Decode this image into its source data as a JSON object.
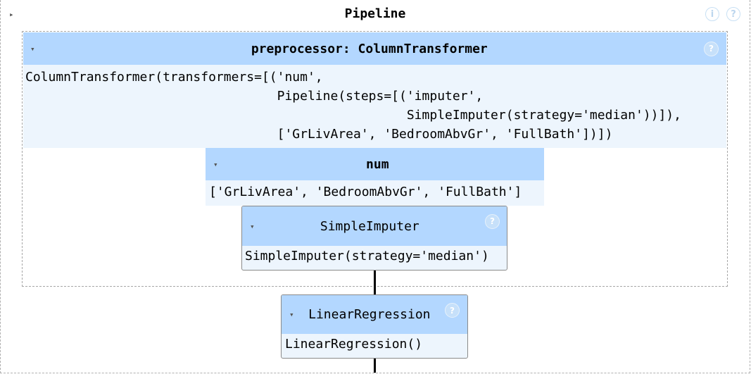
{
  "pipeline": {
    "title": "Pipeline",
    "caret": "▸",
    "info_icon": "i",
    "help_icon": "?"
  },
  "preprocessor": {
    "caret": "▾",
    "title": "preprocessor: ColumnTransformer",
    "help_icon": "?",
    "repr": "ColumnTransformer(transformers=[('num',\n                                 Pipeline(steps=[('imputer',\n                                                  SimpleImputer(strategy='median'))]),\n                                 ['GrLivArea', 'BedroomAbvGr', 'FullBath'])])"
  },
  "num": {
    "caret": "▾",
    "title": "num",
    "columns": "['GrLivArea', 'BedroomAbvGr', 'FullBath']"
  },
  "imputer": {
    "caret": "▾",
    "title": "SimpleImputer",
    "help_icon": "?",
    "repr": "SimpleImputer(strategy='median')"
  },
  "regressor": {
    "caret": "▾",
    "title": "LinearRegression",
    "help_icon": "?",
    "repr": "LinearRegression()"
  }
}
